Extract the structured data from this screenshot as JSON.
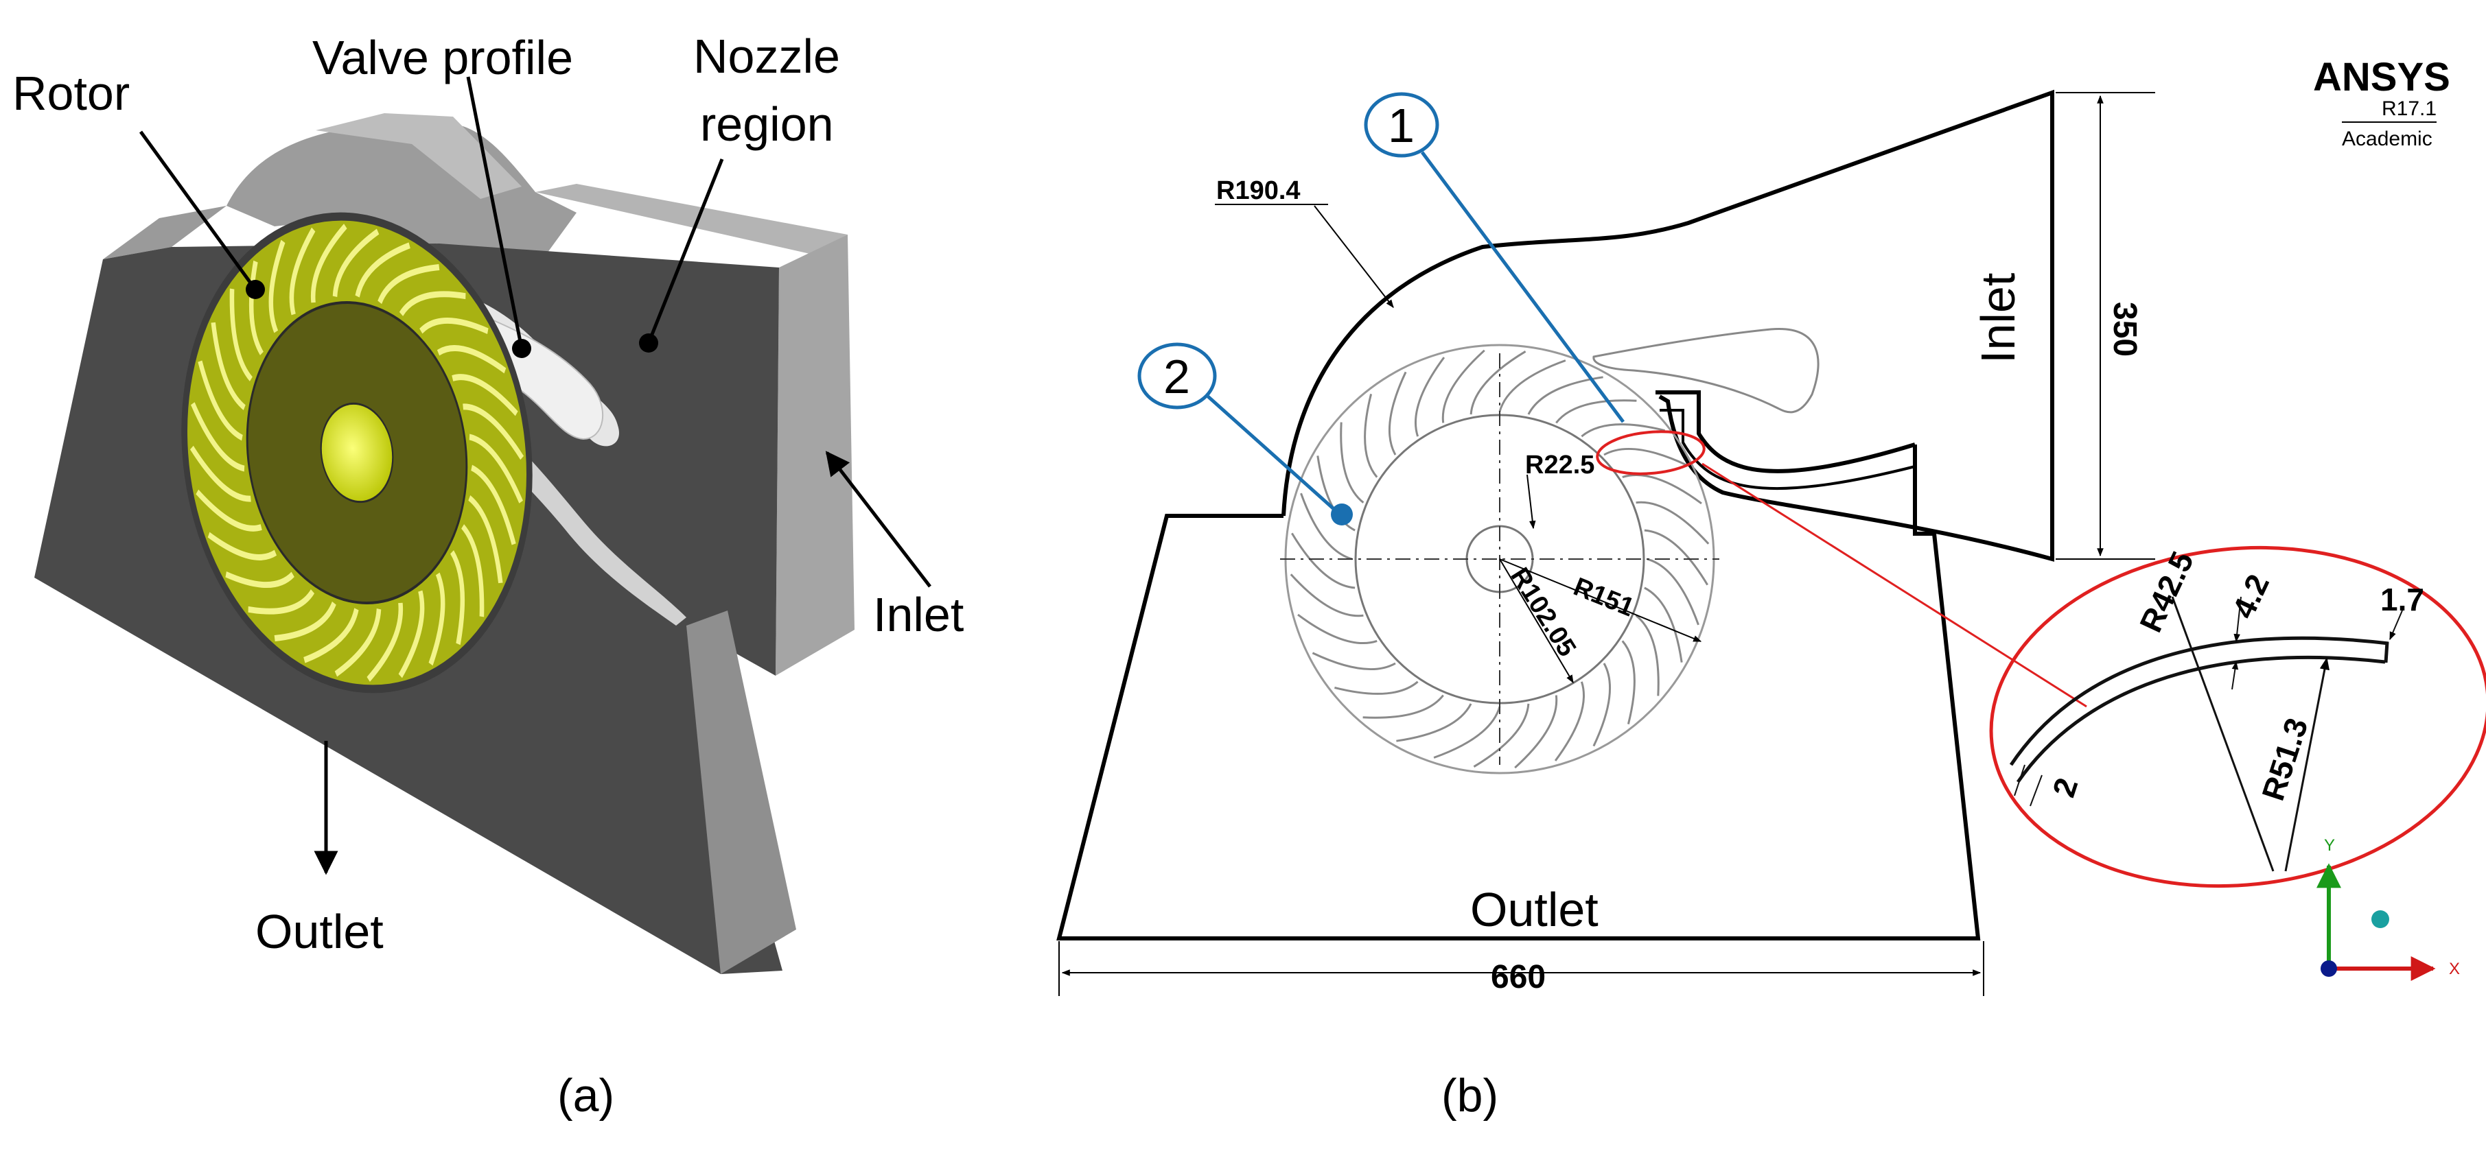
{
  "panel_a": {
    "labels": {
      "rotor": "Rotor",
      "valve_profile": "Valve profile",
      "nozzle_region_line1": "Nozzle",
      "nozzle_region_line2": "region",
      "inlet": "Inlet",
      "outlet": "Outlet"
    },
    "caption": "(a)",
    "colors": {
      "body_dark": "#4a4a4a",
      "body_mid": "#6e6e6e",
      "body_light": "#9a9a9a",
      "rotor": "#b8c21a",
      "hub": "#e0e800"
    }
  },
  "panel_b": {
    "dimensions": {
      "casing_radius": "R190.4",
      "hub_radius": "R22.5",
      "inner_radius": "R102.05",
      "outer_radius": "R151",
      "inlet_height": "350",
      "width": "660"
    },
    "labels": {
      "inlet": "Inlet",
      "outlet": "Outlet",
      "marker_1": "1",
      "marker_2": "2"
    },
    "detail": {
      "r_outer": "R42.5",
      "thickness_a": "4.2",
      "thickness_b": "1.7",
      "r_inner": "R51.3",
      "tip": "2"
    },
    "ansys": {
      "brand": "ANSYS",
      "version": "R17.1",
      "edition": "Academic"
    },
    "axes": {
      "y": "Y",
      "x": "X"
    },
    "caption": "(b)",
    "colors": {
      "marker": "#1a6fb0",
      "detail": "#e02020",
      "y_axis": "#1a9a1a",
      "x_axis": "#d01818"
    }
  }
}
